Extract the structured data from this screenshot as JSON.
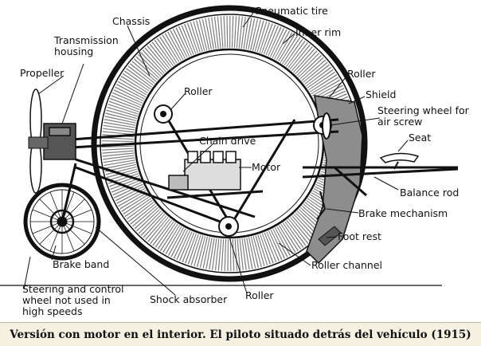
{
  "labels": {
    "pneumatic_tire": "Pneumatic tire",
    "chassis": "Chassis",
    "inner_rim": "Inner rim",
    "transmission_housing_1": "Transmission",
    "transmission_housing_2": "housing",
    "propeller": "Propeller",
    "roller_top": "Roller",
    "roller_right": "Roller",
    "shield": "Shield",
    "steering_air_1": "Steering wheel for",
    "steering_air_2": "air screw",
    "chain_drive": "Chain drive",
    "seat": "Seat",
    "motor": "Motor",
    "balance_rod": "Balance rod",
    "brake_mechanism": "Brake mechanism",
    "foot_rest": "Foot rest",
    "brake_band": "Brake band",
    "roller_channel": "Roller channel",
    "steering_control_1": "Steering and control",
    "steering_control_2": "wheel not used in",
    "steering_control_3": "high speeds",
    "shock_absorber": "Shock absorber",
    "roller_bottom": "Roller"
  },
  "caption": "Versión con motor en el interior. El piloto situado detrás del vehículo (1915)",
  "colors": {
    "ink": "#111111",
    "shield_fill": "#8d8d8d",
    "caption_bg": "#f4f0e2"
  }
}
